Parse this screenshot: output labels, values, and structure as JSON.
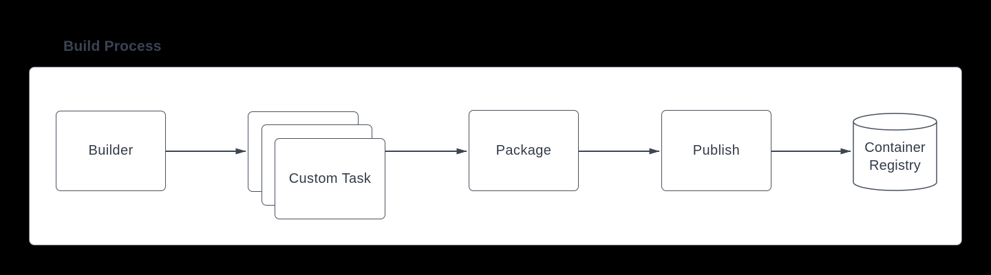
{
  "title": "Build Process",
  "diagram": {
    "nodes": {
      "builder": {
        "label": "Builder"
      },
      "custom_task": {
        "label": "Custom Task"
      },
      "package": {
        "label": "Package"
      },
      "publish": {
        "label": "Publish"
      },
      "container_registry": {
        "label": "Container Registry"
      }
    },
    "flow": [
      "Builder",
      "Custom Task",
      "Package",
      "Publish",
      "Container Registry"
    ]
  },
  "colors": {
    "page_background": "#000000",
    "canvas_background": "#ffffff",
    "canvas_border": "#6b7280",
    "shape_border": "#49525f",
    "connector": "#3d4653",
    "text": "#333b49",
    "title_text": "#3a4351"
  }
}
